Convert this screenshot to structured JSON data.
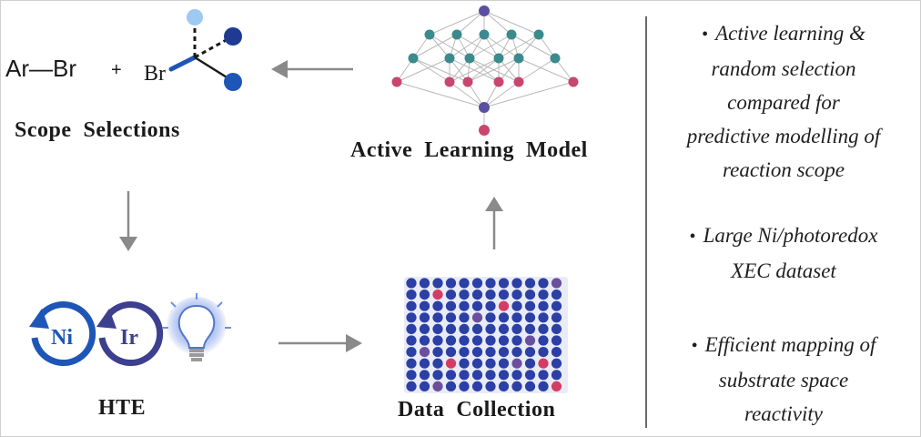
{
  "scope": {
    "arbr_text": "Ar—Br",
    "plus": "+",
    "br_label": "Br",
    "title": "Scope  Selections"
  },
  "hte": {
    "title": "HTE",
    "ni_label": "Ni",
    "ir_label": "Ir"
  },
  "model": {
    "title": "Active  Learning  Model"
  },
  "data": {
    "title": "Data  Collection"
  },
  "bullets": [
    {
      "lines": [
        "Active learning &",
        "random selection",
        "compared  for",
        "predictive modelling of",
        "reaction scope"
      ]
    },
    {
      "lines": [
        "Large Ni/photoredox",
        "XEC dataset"
      ]
    },
    {
      "lines": [
        "Efficient mapping  of",
        "substrate  space",
        "reactivity"
      ]
    }
  ],
  "colors": {
    "arrow": "#8a8a8a",
    "dark_blue": "#1f3a93",
    "mid_blue": "#1e56b8",
    "light_blue": "#9ccaf2",
    "teal": "#3a8a8e",
    "pink": "#c9466e",
    "purple": "#5a4fa0",
    "grid_blue": "#2b3fa6",
    "grid_purple": "#6b4f9e",
    "grid_pink": "#d43c64"
  },
  "plate": {
    "rows": 10,
    "cols": 12,
    "highlights": [
      {
        "r": 0,
        "c": 11,
        "color": "grid_purple"
      },
      {
        "r": 1,
        "c": 2,
        "color": "grid_pink"
      },
      {
        "r": 2,
        "c": 7,
        "color": "grid_pink"
      },
      {
        "r": 3,
        "c": 5,
        "color": "grid_purple"
      },
      {
        "r": 5,
        "c": 9,
        "color": "grid_purple"
      },
      {
        "r": 6,
        "c": 1,
        "color": "grid_purple"
      },
      {
        "r": 7,
        "c": 3,
        "color": "grid_pink"
      },
      {
        "r": 7,
        "c": 8,
        "color": "grid_purple"
      },
      {
        "r": 7,
        "c": 10,
        "color": "grid_pink"
      },
      {
        "r": 9,
        "c": 2,
        "color": "grid_purple"
      },
      {
        "r": 9,
        "c": 11,
        "color": "grid_pink"
      }
    ]
  }
}
